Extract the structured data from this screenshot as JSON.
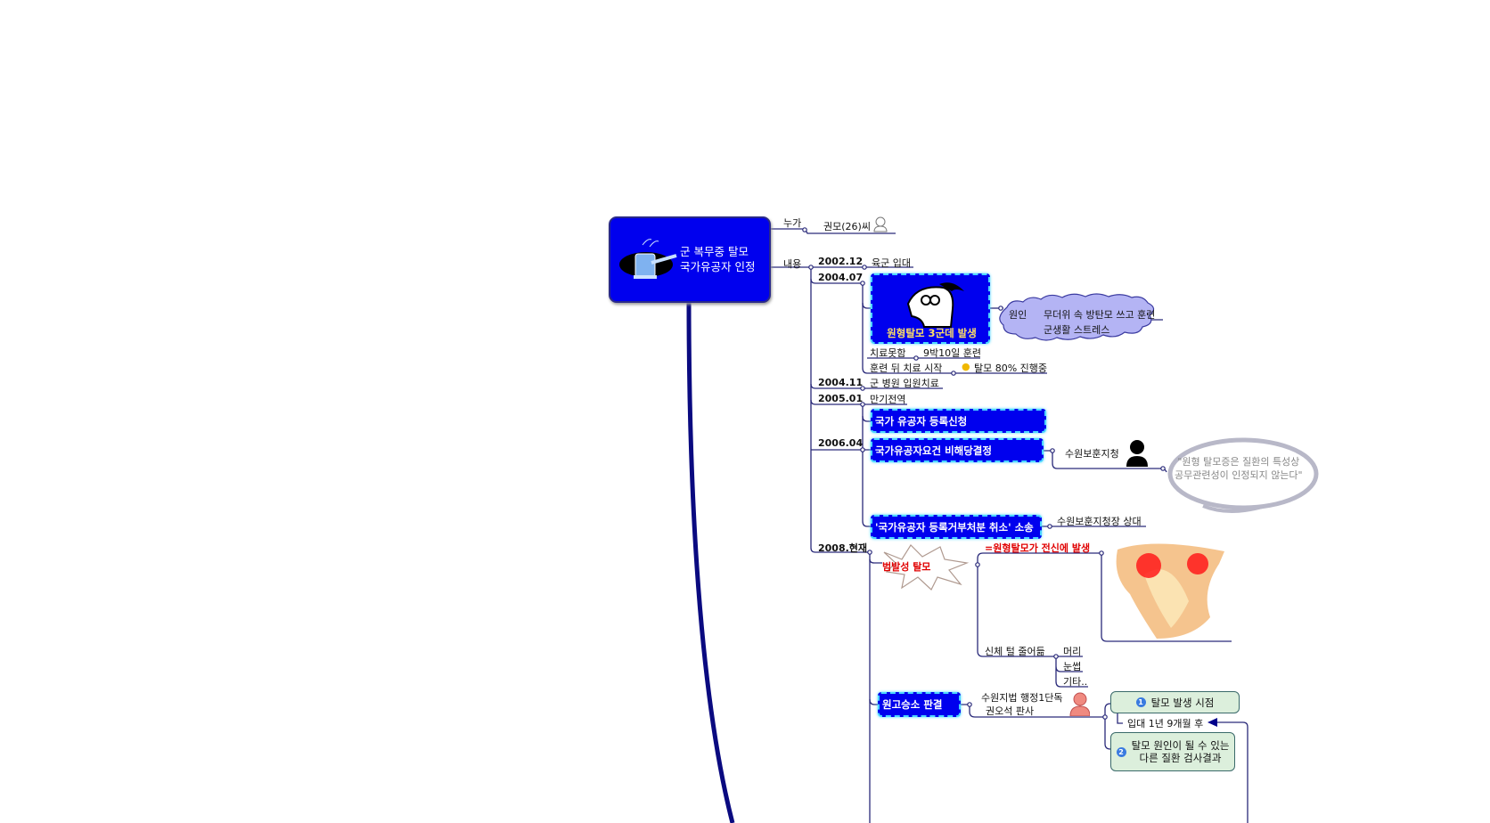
{
  "root": {
    "line1": "군 복무중 탈모",
    "line2": "국가유공자 인정"
  },
  "who": {
    "label": "누가",
    "value": "권모(26)씨"
  },
  "content_label": "내용",
  "timeline": {
    "d2002_12": {
      "date": "2002.12",
      "text": "육군 입대"
    },
    "d2004_07": {
      "date": "2004.07",
      "image_caption": "원형탈모 3군데 발생",
      "cause": {
        "label": "원인",
        "items": [
          "무더위 속 방탄모 쓰고 훈련",
          "군생활 스트레스"
        ]
      },
      "no_treatment": "치료못함",
      "training": "9박10일 훈련",
      "after_training": "훈련 뒤 치료 시작",
      "progress": "탈모 80% 진행중"
    },
    "d2004_11": {
      "date": "2004.11",
      "text": "군 병원 입원치료"
    },
    "d2005_01": {
      "date": "2005.01",
      "text": "만기전역",
      "application": "국가 유공자 등록신청"
    },
    "d2006_04": {
      "date": "2006.04",
      "decision": "국가유공자요건 비해당결정",
      "office": "수원보훈지청",
      "quote_line1": "\"원형 탈모증은 질환의 특성상",
      "quote_line2": "공무관련성이 인정되지 않는다\"",
      "lawsuit": "'국가유공자 등록거부처분 취소' 소송",
      "defendant": "수원보훈지청장 상대"
    },
    "d2008": {
      "date": "2008.현재",
      "alopecia": "범발성 탈모",
      "definition": "=원형탈모가 전신에 발생",
      "body_hair": "신체 털 줄어듦",
      "parts": [
        "머리",
        "눈썹",
        "기타.."
      ],
      "verdict": "원고승소 판결",
      "court_line1": "수원지법 행정1단독",
      "court_line2": "권오석 판사",
      "point1_num": "1",
      "point1": "탈모 발생 시점",
      "point1_detail": "입대 1년 9개월 후",
      "point2_num": "2",
      "point2_line1": "탈모 원인이 될 수 있는",
      "point2_line2": "다른 질환 검사결과"
    }
  },
  "colors": {
    "node_blue": "#0000ee",
    "line": "#2a2a7a",
    "accent_red": "#e00000",
    "cyan_border": "#4cd6ff"
  }
}
